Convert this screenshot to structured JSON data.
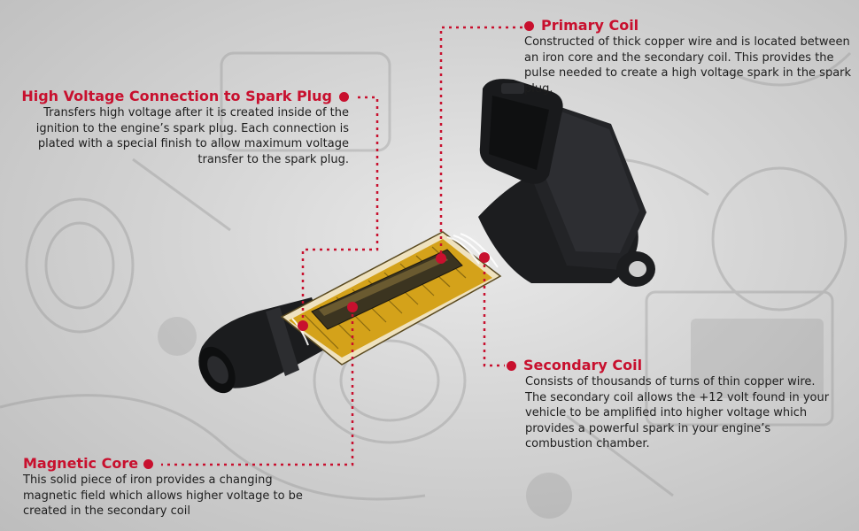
{
  "callouts": {
    "primary_coil": {
      "title": "Primary Coil",
      "body": "Constructed of thick copper wire and is located between an iron core and the secondary coil. This provides the pulse needed to create a high voltage spark in the spark plug."
    },
    "high_voltage": {
      "title": "High Voltage Connection to Spark Plug",
      "body": "Transfers high voltage after it is  created inside of the ignition to the engine’s spark plug. Each connection is plated with a special finish to allow maximum voltage transfer to the spark plug."
    },
    "secondary_coil": {
      "title": "Secondary Coil",
      "body": "Consists of thousands of turns of thin copper wire. The secondary coil allows the +12 volt found in your vehicle to be amplified into higher voltage which provides a powerful spark in your engine’s combustion chamber."
    },
    "magnetic_core": {
      "title": "Magnetic Core",
      "body": "This solid piece of iron provides a changing magnetic field which allows higher voltage to be created in the secondary coil"
    }
  },
  "colors": {
    "accent": "#c8102e",
    "text": "#1e1e1e",
    "coil_body": "#1c1d1f",
    "copper": "#d4a21a"
  },
  "icons": {
    "marker": "red-dot-icon",
    "part": "ignition-coil-cutaway-icon"
  }
}
